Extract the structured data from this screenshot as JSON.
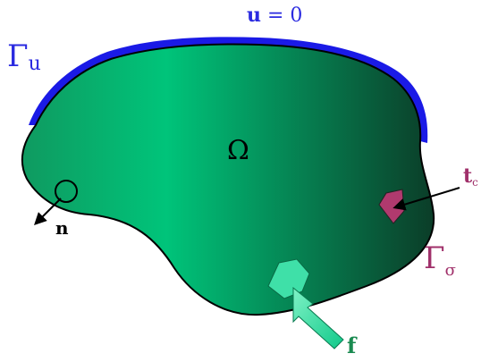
{
  "labels": {
    "boundary_condition": "u = 0",
    "boundary_condition_bold": "u",
    "boundary_condition_rest": " = 0",
    "gamma_u": "Γ",
    "gamma_u_sub": "u",
    "domain": "Ω",
    "normal": "n",
    "traction": "t",
    "traction_sub": "c",
    "gamma_sigma": "Γ",
    "gamma_sigma_sub": "σ",
    "body_force": "f"
  },
  "colors": {
    "dirichlet_boundary": "#1a1ae6",
    "domain_light": "#00c47a",
    "domain_dark": "#0b3d28",
    "traction_patch": "#b03a6e",
    "body_force_arrow": "#1fd39a",
    "outline": "#000000",
    "blue_label": "#2a2ae0",
    "magenta_label": "#a0306a",
    "green_label": "#1a8a50"
  },
  "icons": {
    "normal_vector": "arrow-icon",
    "normal_marker": "circle-icon",
    "traction_vector": "arrow-icon",
    "body_force_vector": "block-arrow-icon"
  }
}
